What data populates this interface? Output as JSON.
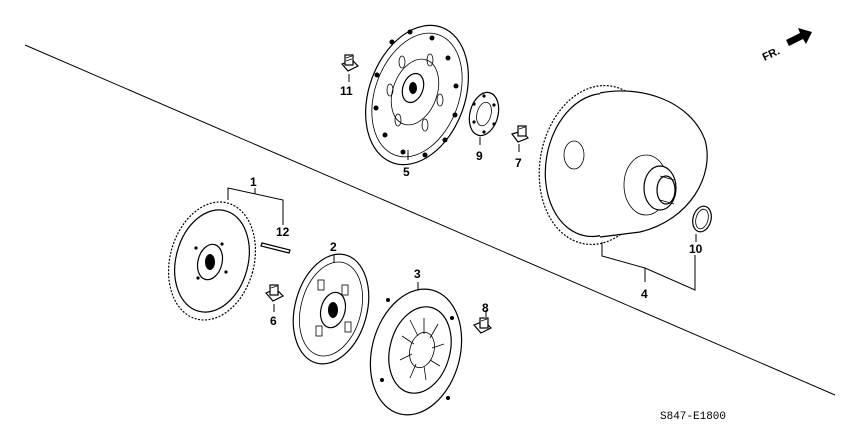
{
  "diagram_code": "S847-E1800",
  "direction_label": "FR.",
  "callouts": {
    "p1": "1",
    "p2": "2",
    "p3": "3",
    "p4": "4",
    "p5": "5",
    "p6": "6",
    "p7": "7",
    "p8": "8",
    "p9": "9",
    "p10": "10",
    "p11": "11",
    "p12": "12"
  }
}
